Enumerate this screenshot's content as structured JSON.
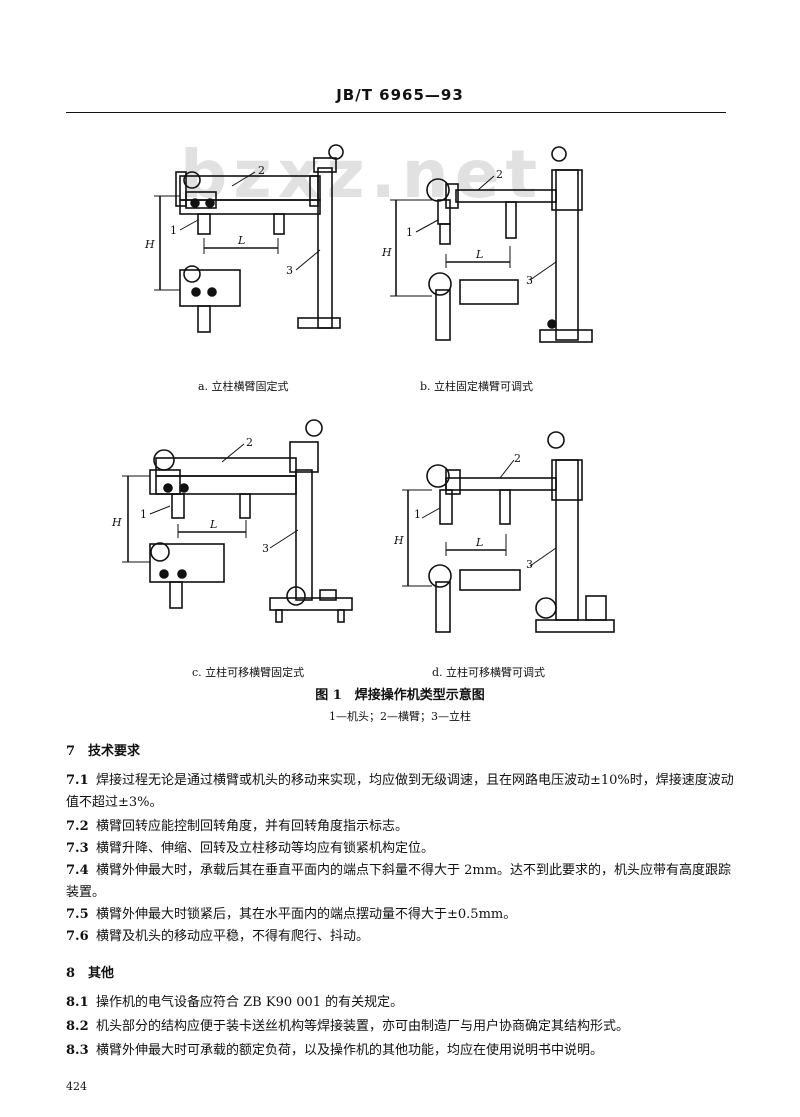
{
  "header": "JB/T 6965—93",
  "watermark": "bzxz.net",
  "figure": {
    "captions": [
      "a. 立柱横臂固定式",
      "b. 立柱固定横臂可调式",
      "c. 立柱可移横臂固定式",
      "d. 立柱可移横臂可调式"
    ],
    "labels": {
      "one": "1",
      "two": "2",
      "three": "3",
      "H": "H",
      "L": "L"
    },
    "title": "图 1　焊接操作机类型示意图",
    "legend": "1—机头；2—横臂；3—立柱"
  },
  "section7": {
    "heading": "7　技术要求",
    "clauses": [
      {
        "num": "7.1",
        "text": "焊接过程无论是通过横臂或机头的移动来实现，均应做到无级调速，且在网路电压波动±10%时，焊接速度波动值不超过±3%。"
      },
      {
        "num": "7.2",
        "text": "横臂回转应能控制回转角度，并有回转角度指示标志。"
      },
      {
        "num": "7.3",
        "text": "横臂升降、伸缩、回转及立柱移动等均应有锁紧机构定位。"
      },
      {
        "num": "7.4",
        "text": "横臂外伸最大时，承载后其在垂直平面内的端点下斜量不得大于 2mm。达不到此要求的，机头应带有高度跟踪装置。"
      },
      {
        "num": "7.5",
        "text": "横臂外伸最大时锁紧后，其在水平面内的端点摆动量不得大于±0.5mm。"
      },
      {
        "num": "7.6",
        "text": "横臂及机头的移动应平稳，不得有爬行、抖动。"
      }
    ]
  },
  "section8": {
    "heading": "8　其他",
    "clauses": [
      {
        "num": "8.1",
        "text": "操作机的电气设备应符合 ZB K90 001 的有关规定。"
      },
      {
        "num": "8.2",
        "text": "机头部分的结构应便于装卡送丝机构等焊接装置，亦可由制造厂与用户协商确定其结构形式。"
      },
      {
        "num": "8.3",
        "text": "横臂外伸最大时可承载的额定负荷，以及操作机的其他功能，均应在使用说明书中说明。"
      }
    ]
  },
  "page_number": "424"
}
